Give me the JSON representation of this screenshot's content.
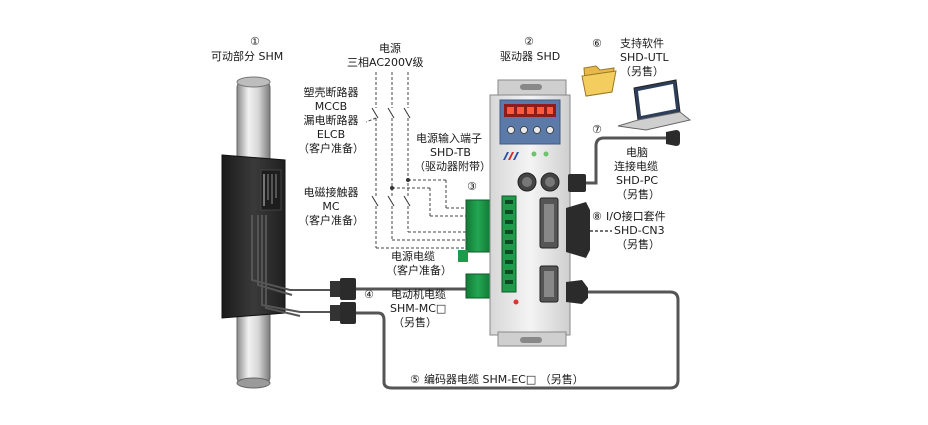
{
  "labels": {
    "movable": {
      "num": "①",
      "text": "可动部分 SHM"
    },
    "power": {
      "l1": "电源",
      "l2": "三相AC200V级"
    },
    "driver": {
      "num": "②",
      "text": "驱动器 SHD"
    },
    "software": {
      "num": "⑥",
      "l1": "支持软件",
      "l2": "SHD-UTL",
      "l3": "（另售）"
    },
    "breakers": {
      "l1": "塑壳断路器",
      "l2": "MCCB",
      "l3": "漏电断路器",
      "l4": "ELCB",
      "l5": "（客户准备）"
    },
    "terminal": {
      "l1": "电源输入端子",
      "l2": "SHD-TB",
      "l3": "（驱动器附带）",
      "num": "③"
    },
    "pc_cable": {
      "num": "⑦",
      "l1": "电脑",
      "l2": "连接电缆",
      "l3": "SHD-PC",
      "l4": "（另售）"
    },
    "contactor": {
      "l1": "电磁接触器",
      "l2": "MC",
      "l3": "（客户准备）"
    },
    "io_kit": {
      "num": "⑧",
      "l1": "I/O接口套件",
      "l2": "SHD-CN3",
      "l3": "（另售）"
    },
    "power_cable": {
      "l1": "电源电缆",
      "l2": "（客户准备）"
    },
    "motor_cable": {
      "num": "④",
      "l1": "电动机电缆",
      "l2": "SHM-MC□",
      "l3": "（另售）"
    },
    "encoder_cable": {
      "num": "⑤",
      "text": "编码器电缆 SHM-EC□ （另售）"
    }
  },
  "colors": {
    "cable": "#555555",
    "green_terminal": "#1e9a4a",
    "driver_body": "#e8e8e8",
    "lcd_bg": "#8e1c1c",
    "lcd_digit": "#ff5a3c",
    "actuator_body": "#2a2a2a"
  },
  "icons": [
    "laptop-icon",
    "folder-icon"
  ]
}
